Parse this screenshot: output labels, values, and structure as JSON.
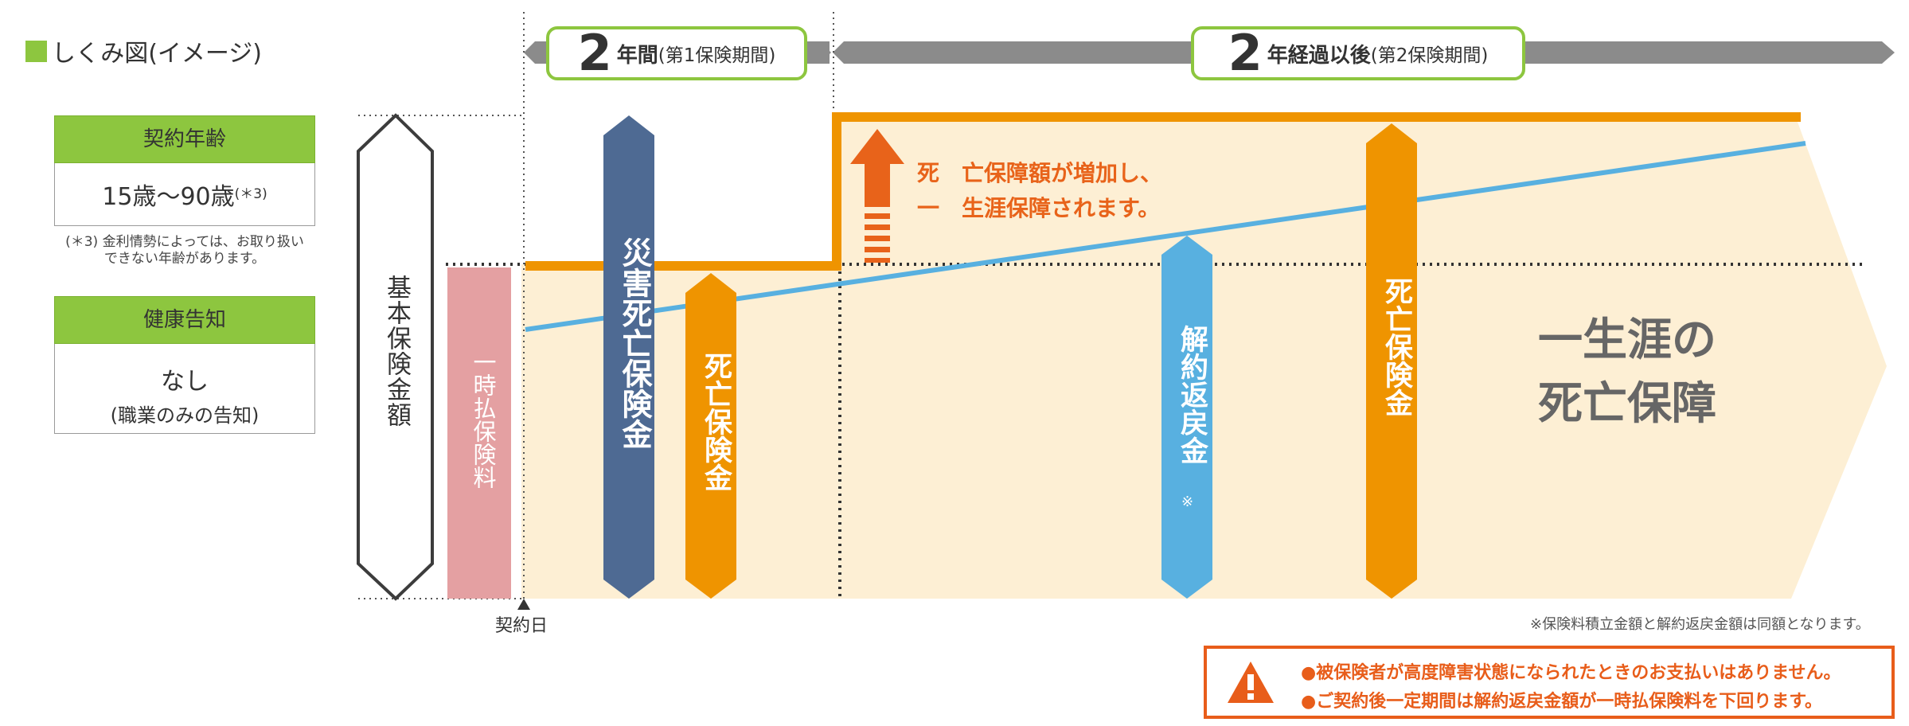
{
  "title": "しくみ図(イメージ)",
  "contract_age": {
    "header": "契約年齢",
    "value": "15歳～90歳",
    "note_mark": "(＊3)",
    "footnote_line1": "(＊3) 金利情勢によっては、お取り扱い",
    "footnote_line2": "できない年齢があります。"
  },
  "health": {
    "header": "健康告知",
    "value": "なし",
    "sub": "(職業のみの告知)"
  },
  "period1": {
    "num": "2",
    "label": "年間",
    "sub": "(第1保険期間)"
  },
  "period2": {
    "num": "2",
    "label": "年経過以後",
    "sub": "(第2保険期間)"
  },
  "bars": {
    "basic": "基本保険金額",
    "lump": "一時払保険料",
    "accident": "災害死亡保険金",
    "death1": "死亡保険金",
    "surrender": "解約返戻金",
    "surrender_mark": "※",
    "death2": "死亡保険金"
  },
  "increase_line1": "死　亡保障額が増加し、",
  "increase_line2": "一　生涯保障されます。",
  "lifetime_line1": "一生涯の",
  "lifetime_line2": "死亡保障",
  "contract_day": "契約日",
  "note": "※保険料積立金額と解約返戻金額は同額となります。",
  "warnings": [
    "●被保険者が高度障害状態になられたときのお支払いはありません。",
    "●ご契約後一定期間は解約返戻金額が一時払保険料を下回ります。"
  ],
  "colors": {
    "green": "#8dc63f",
    "orange": "#ef9400",
    "navy": "#4e6a93",
    "light_blue": "#58b0e0",
    "pink": "#e4a0a2",
    "cream": "#fdefd4",
    "warning": "#e85d1a"
  }
}
